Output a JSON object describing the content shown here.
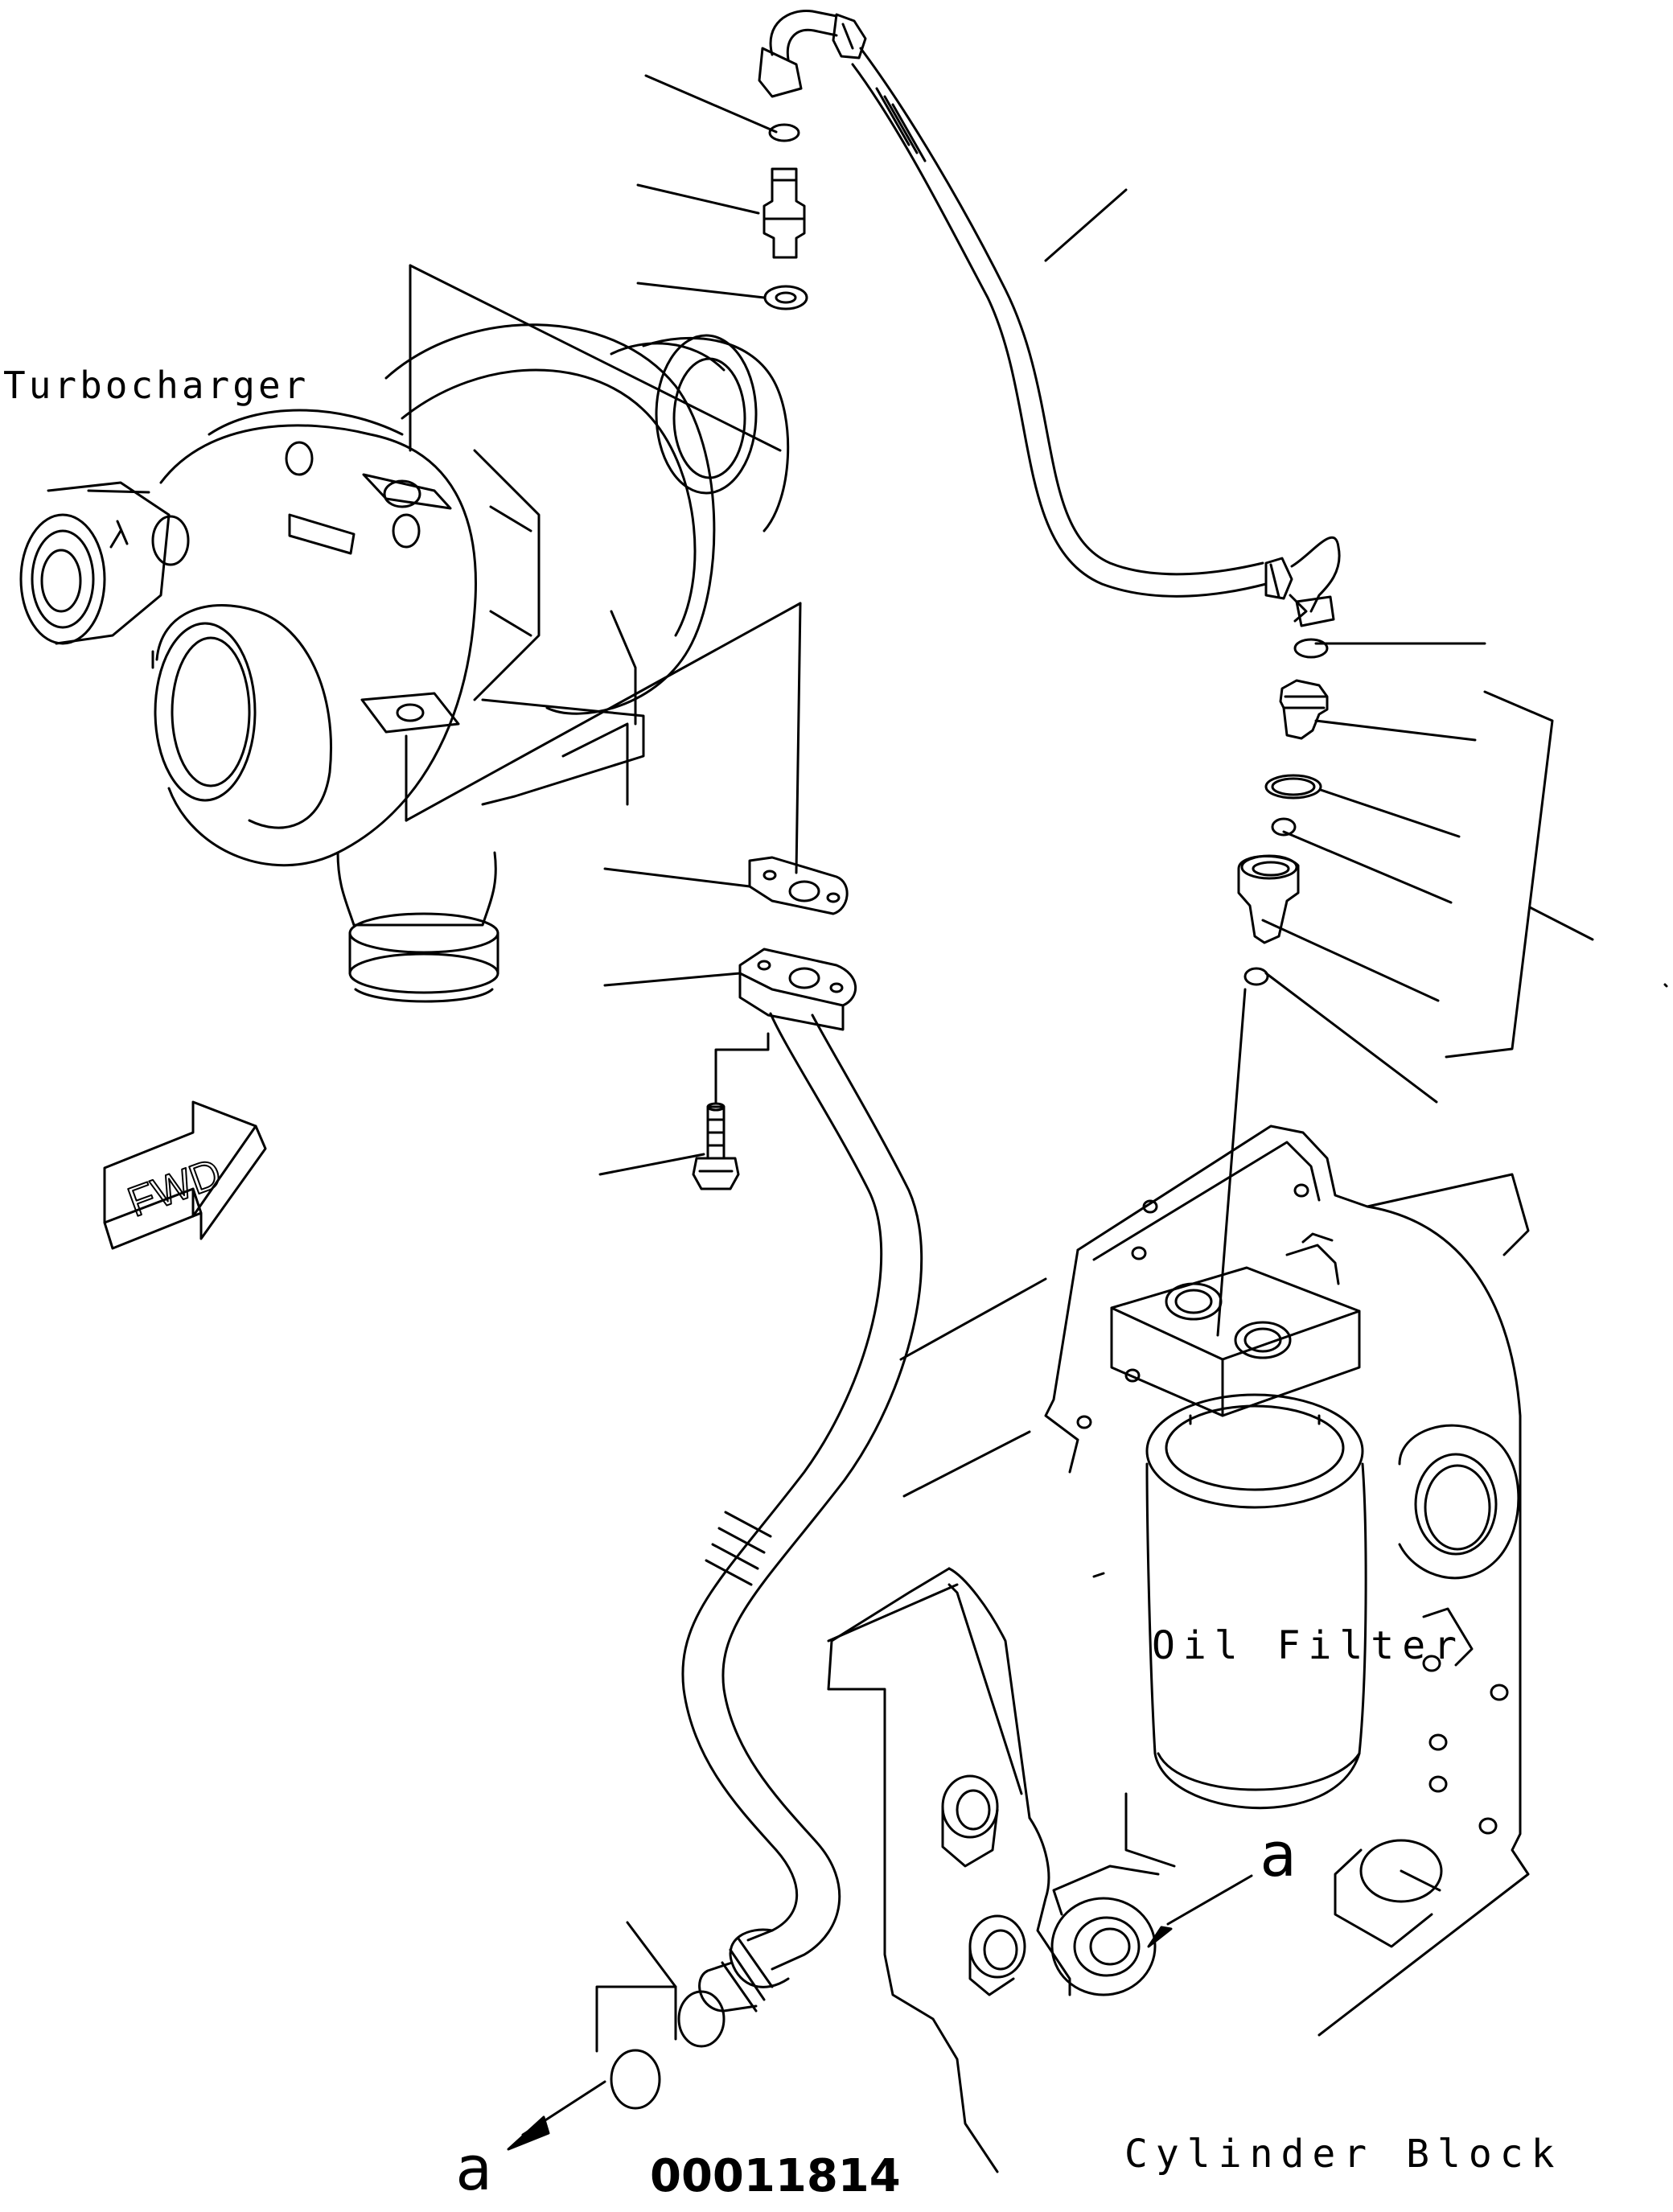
{
  "labels": {
    "turbocharger": "Turbocharger",
    "oil_filter": "Oil Filter",
    "cylinder_block": "Cylinder Block",
    "ref_a_top": "a",
    "ref_a_bottom": "a",
    "fwd": "FWD",
    "drawing_number": "00011814"
  },
  "colors": {
    "line": "#000000",
    "background": "#ffffff"
  }
}
